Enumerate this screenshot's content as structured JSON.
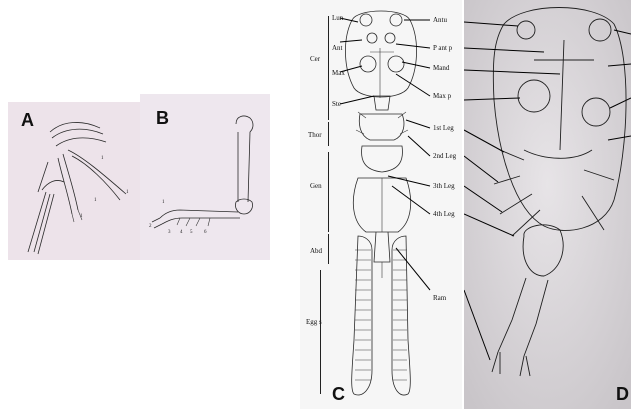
{
  "panels": {
    "a": {
      "letter": "A"
    },
    "b": {
      "letter": "B"
    },
    "c": {
      "letter": "C"
    },
    "d": {
      "letter": "D"
    }
  },
  "panel_c": {
    "sections": [
      "Cer",
      "Thor",
      "Gen",
      "Abd"
    ],
    "egg_label": "Egg s",
    "left_labels": [
      "Lun",
      "Ant",
      "Max",
      "Ste"
    ],
    "right_labels": [
      "Antu",
      "P ant p",
      "Mand",
      "Max p",
      "1st Leg",
      "2nd Leg",
      "3th Leg",
      "4th Leg",
      "Ram"
    ]
  },
  "panel_a_numbers": [
    "1",
    "1",
    "1",
    "1"
  ],
  "panel_b_numbers": [
    "1",
    "2",
    "3",
    "4",
    "5",
    "6"
  ]
}
